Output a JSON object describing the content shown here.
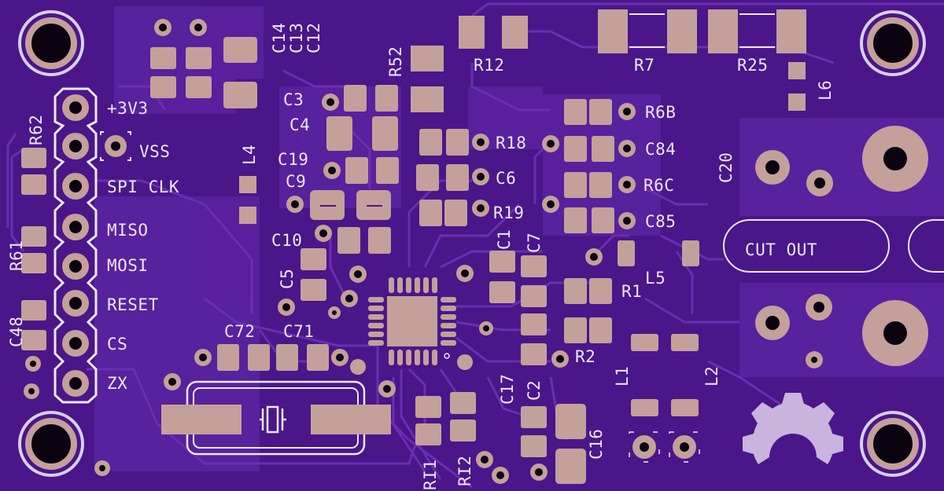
{
  "board": {
    "colors": {
      "solder_mask": "#4a1689",
      "copper_pour": "#5a22a0",
      "trace": "#6a2eb2",
      "silkscreen": "#ece7f4",
      "pad": "#c4a09a"
    },
    "header_pins": [
      "+3V3",
      "VSS",
      "SPI CLK",
      "MISO",
      "MOSI",
      "RESET",
      "CS",
      "ZX"
    ],
    "designators": {
      "r62": "R62",
      "r61": "R61",
      "c48": "C48",
      "l4": "L4",
      "c14": "C14",
      "c13": "C13",
      "c12": "C12",
      "r52": "R52",
      "r12_top": "R12",
      "r7": "R7",
      "r25": "R25",
      "l6": "L6",
      "c3": "C3",
      "c4": "C4",
      "c19": "C19",
      "c9": "C9",
      "c10": "C10",
      "c5": "C5",
      "r18": "R18",
      "c6": "C6",
      "r19": "R19",
      "c1": "C1",
      "c7": "C7",
      "r6b": "R6B",
      "c84": "C84",
      "r6c": "R6C",
      "c85": "C85",
      "c20": "C20",
      "l5": "L5",
      "r1": "R1",
      "r2": "R2",
      "c72": "C72",
      "c71": "C71",
      "c17": "C17",
      "c2": "C2",
      "c16": "C16",
      "l1": "L1",
      "l2": "L2",
      "ri1": "RI1",
      "ri2": "RI2"
    },
    "cut_out_label": "CUT OUT",
    "logo_icon": "open-hardware-gear-icon",
    "crystal_icon": "crystal-icon"
  }
}
